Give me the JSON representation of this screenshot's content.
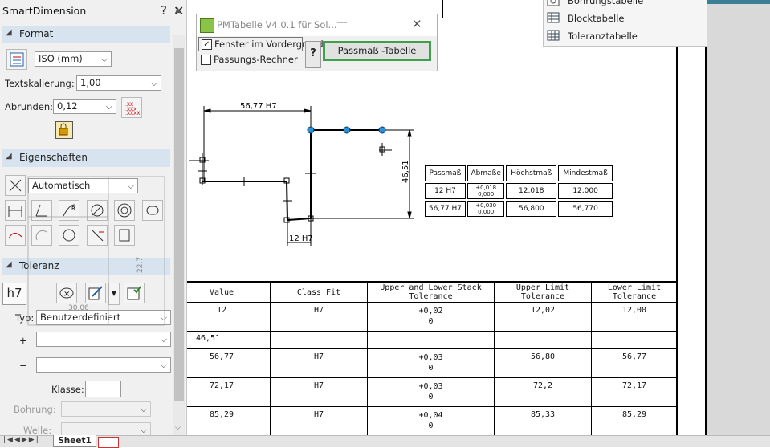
{
  "panel": {
    "title": "SmartDimension",
    "help": "?",
    "close": "✕",
    "format": {
      "header": "Format",
      "standard": "ISO (mm)",
      "text_scaling_label": "Textskalierung:",
      "text_scaling_value": "1,00",
      "rounding_label": "Abrunden:",
      "rounding_value": "0,12"
    },
    "properties": {
      "header": "Eigenschaften",
      "mode": "Automatisch"
    },
    "tolerance": {
      "header": "Toleranz",
      "h7_label": "h7",
      "type_label": "Typ:",
      "type_value": "Benutzerdefiniert",
      "plus_label": "+",
      "minus_label": "−",
      "class_label": "Klasse:",
      "bore_label": "Bohrung:",
      "shaft_label": "Welle:"
    }
  },
  "pm_dialog": {
    "title": "PMTabelle V4.0.1 für Sol...",
    "foreground_label": "Fenster im Vordergrund",
    "foreground_checked": true,
    "calculator_label": "Passungs-Rechner",
    "calculator_checked": false,
    "help_label": "?",
    "table_button": "Passmaß -Tabelle"
  },
  "popup_menu": {
    "items": [
      "Bohrungstabelle",
      "Blocktabelle",
      "Toleranztabelle"
    ]
  },
  "drawing": {
    "dim_top": "56,77 H7",
    "dim_right": "46,51",
    "dim_bottom": "12 H7"
  },
  "small_table": {
    "headers": [
      "Passmaß",
      "Abmaße",
      "Höchstmaß",
      "Mindestmaß"
    ],
    "rows": [
      {
        "fit": "12 H7",
        "dev_upper": "+0,018",
        "dev_lower": "0,000",
        "max": "12,018",
        "min": "12,000"
      },
      {
        "fit": "56,77 H7",
        "dev_upper": "+0,030",
        "dev_lower": "0,000",
        "max": "56,800",
        "min": "56,770"
      }
    ]
  },
  "big_table": {
    "headers": [
      "Value",
      "Class Fit",
      "Upper and Lower Stack Tolerance",
      "Upper Limit Tolerance",
      "Lower Limit Tolerance"
    ],
    "rows": [
      {
        "value": "12",
        "fit": "H7",
        "tol_upper": "+0,02",
        "tol_lower": "0",
        "upper": "12,02",
        "lower": "12,00"
      },
      {
        "value": "46,51",
        "fit": "",
        "tol_upper": "",
        "tol_lower": "",
        "upper": "",
        "lower": ""
      },
      {
        "value": "56,77",
        "fit": "H7",
        "tol_upper": "+0,03",
        "tol_lower": "0",
        "upper": "56,80",
        "lower": "56,77"
      },
      {
        "value": "72,17",
        "fit": "H7",
        "tol_upper": "+0,03",
        "tol_lower": "0",
        "upper": "72,2",
        "lower": "72,17"
      },
      {
        "value": "85,29",
        "fit": "H7",
        "tol_upper": "+0,04",
        "tol_lower": "0",
        "upper": "85,33",
        "lower": "85,29"
      }
    ]
  },
  "bottom_bar": {
    "sheet_tab": "Sheet1"
  },
  "ghost": {
    "dim_a": "30,06",
    "dim_b": "22,7"
  }
}
